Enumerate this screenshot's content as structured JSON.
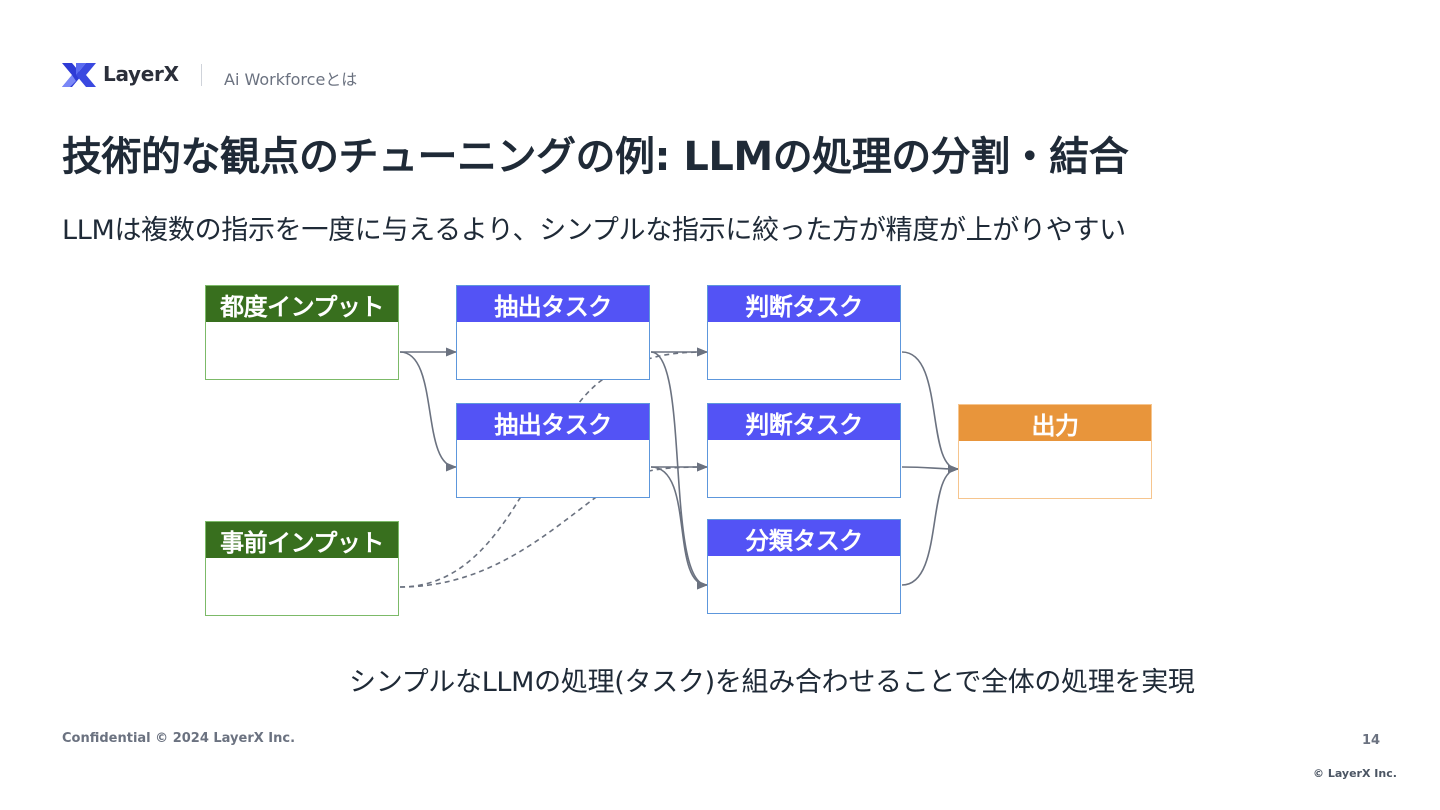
{
  "header": {
    "logo_text": "LayerX",
    "section": "Ai Workforceとは"
  },
  "slide": {
    "title": "技術的な観点のチューニングの例: LLMの処理の分割・結合",
    "subtitle": "LLMは複数の指示を一度に与えるより、シンプルな指示に絞った方が精度が上がりやすい",
    "caption": "シンプルなLLMの処理(タスク)を組み合わせることで全体の処理を実現"
  },
  "diagram": {
    "nodes": {
      "input_each": "都度インプット",
      "input_prior": "事前インプット",
      "extract_1": "抽出タスク",
      "extract_2": "抽出タスク",
      "judge_1": "判断タスク",
      "judge_2": "判断タスク",
      "classify": "分類タスク",
      "output": "出力"
    },
    "colors": {
      "input_header": "#386f1e",
      "input_border": "#7cba68",
      "task_header": "#5353f5",
      "task_border": "#5d97dc",
      "output_header": "#e8953b",
      "output_border": "#f6c58e",
      "edge": "#6b7280"
    }
  },
  "footer": {
    "confidential": "Confidential © 2024 LayerX Inc.",
    "page_number": "14",
    "copyright": "© LayerX Inc."
  }
}
